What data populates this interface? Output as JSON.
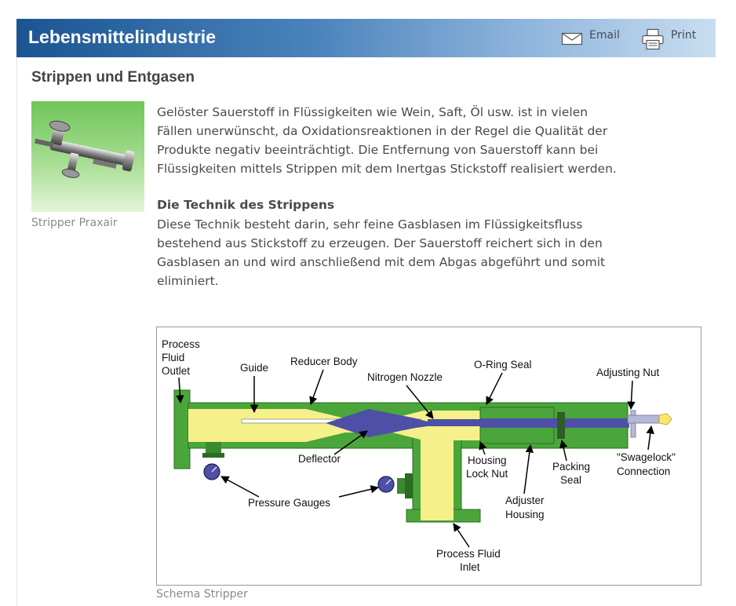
{
  "header": {
    "title": "Lebensmittelindustrie",
    "email_label": "Email",
    "print_label": "Print"
  },
  "section": {
    "title": "Strippen und Entgasen"
  },
  "image": {
    "caption": "Stripper Praxair"
  },
  "intro": {
    "lines": [
      "Gelöster Sauerstoff in Flüssigkeiten wie Wein, Saft, Öl usw. ist in vielen",
      "Fällen unerwünscht, da Oxidationsreaktionen in der Regel die Qualität der",
      "Produkte negativ beeinträchtigt. Die Entfernung von Sauerstoff kann bei",
      "Flüssigkeiten mittels Strippen mit dem Inertgas Stickstoff realisiert werden."
    ]
  },
  "technique": {
    "title": "Die Technik des Strippens",
    "lines": [
      "Diese Technik besteht darin, sehr feine Gasblasen im Flüssigkeitsfluss",
      "bestehend aus Stickstoff zu erzeugen. Der Sauerstoff reichert sich in den",
      "Gasblasen an und wird anschließend mit dem Abgas abgeführt und somit",
      "eliminiert."
    ]
  },
  "diagram": {
    "caption": "Schema Stripper",
    "labels": {
      "process_fluid_outlet": [
        "Process",
        "Fluid",
        "Outlet"
      ],
      "guide": "Guide",
      "reducer_body": "Reducer Body",
      "nitrogen_nozzle": "Nitrogen Nozzle",
      "o_ring_seal": "O-Ring Seal",
      "adjusting_nut": "Adjusting Nut",
      "deflector": "Deflector",
      "housing_lock_nut": [
        "Housing",
        "Lock Nut"
      ],
      "packing_seal": [
        "Packing",
        "Seal"
      ],
      "swagelock_connection": [
        "\"Swagelock\"",
        "Connection"
      ],
      "pressure_gauges": "Pressure Gauges",
      "adjuster_housing": [
        "Adjuster",
        "Housing"
      ],
      "process_fluid_inlet": [
        "Process Fluid",
        "Inlet"
      ]
    },
    "colors": {
      "housing_green": "#4aa63a",
      "fluid_yellow": "#f6f08a",
      "nozzle_blue": "#4e4fa6"
    }
  }
}
